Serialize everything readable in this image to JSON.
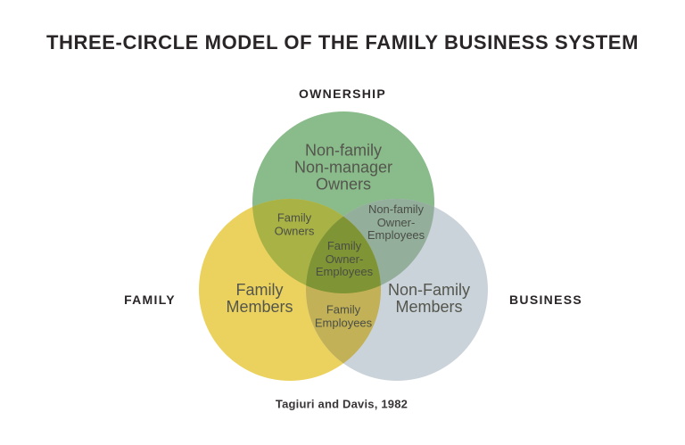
{
  "title": "THREE-CIRCLE MODEL OF THE FAMILY BUSINESS SYSTEM",
  "caption": "Tagiuri and Davis, 1982",
  "outer_labels": {
    "top": "OWNERSHIP",
    "left": "FAMILY",
    "right": "BUSINESS"
  },
  "regions": {
    "ownership_only": "Non-family\nNon-manager\nOwners",
    "family_only": "Family\nMembers",
    "business_only": "Non-Family\nMembers",
    "ownership_family": "Family\nOwners",
    "ownership_business": "Non-family\nOwner-\nEmployees",
    "family_business": "Family\nEmployees",
    "center": "Family\nOwner-\nEmployees"
  },
  "colors": {
    "background": "#ffffff",
    "ownership_circle": "#8abb8b",
    "family_circle": "#ebd25e",
    "business_circle": "#cbd3da",
    "ownership_family_overlap": "#a9b245",
    "ownership_business_overlap": "#94ae9c",
    "family_business_overlap": "#c2b156",
    "center_overlap": "#7f9434",
    "heading_text": "#2a2627",
    "region_text_large": "#54564d",
    "region_text_small": "#4a4e45",
    "caption_text": "#393536"
  }
}
